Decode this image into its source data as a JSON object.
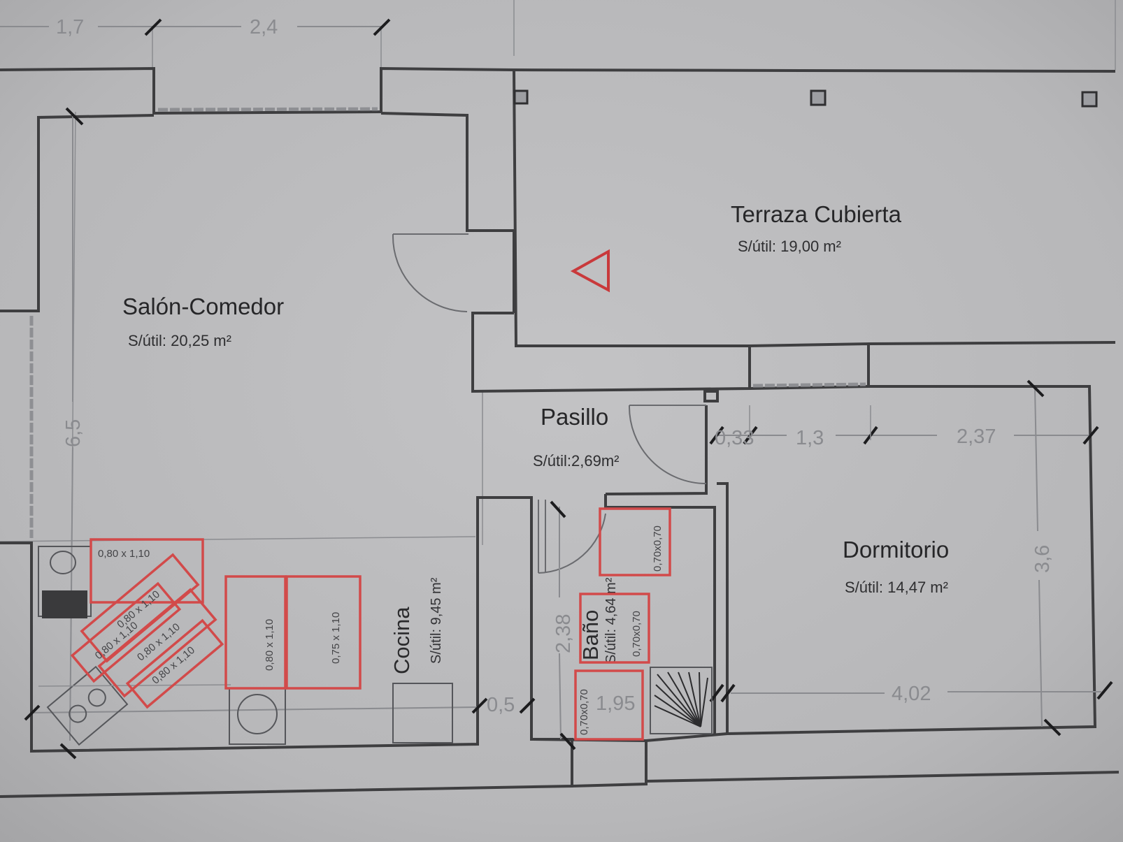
{
  "rooms": {
    "salon": {
      "name": "Salón-Comedor",
      "area": "S/útil: 20,25 m²"
    },
    "terraza": {
      "name": "Terraza Cubierta",
      "area": "S/útil: 19,00 m²"
    },
    "pasillo": {
      "name": "Pasillo",
      "area": "S/útil:2,69m²"
    },
    "dormitorio": {
      "name": "Dormitorio",
      "area": "S/útil: 14,47 m²"
    },
    "cocina": {
      "name": "Cocina",
      "area": "S/útil: 9,45 m²"
    },
    "bano": {
      "name": "Baño",
      "area": "S/útil: 4,64 m²"
    }
  },
  "dimensions": {
    "top_1": "1,7",
    "top_2": "2,4",
    "salon_height": "6,5",
    "dorm_small": "0,33",
    "dorm_mid": "1,3",
    "dorm_right": "2,37",
    "dorm_height": "3,6",
    "dorm_bottom": "4,02",
    "bano_height": "2,38",
    "bano_bottom": "1,95",
    "corridor_bottom": "0,5"
  },
  "furniture": {
    "kitchen_a": "0,80 x 1,10",
    "kitchen_b": "0,80 x 1,10",
    "kitchen_c": "0,80 x 1,10",
    "kitchen_d": "0,80 x 1,10",
    "kitchen_e": "0,80 x 1,10",
    "kitchen_f": "0,80 x 1,10",
    "kitchen_g": "0,75 x 1,10",
    "bath_a": "0,70x0,70",
    "bath_b": "0,70x0,70",
    "bath_c": "0,70x0,70"
  },
  "colors": {
    "wall": "#3e3e40",
    "furniture": "#d24a4a",
    "paper": "#b9b9bb",
    "dimension": "#8a8b8f"
  }
}
